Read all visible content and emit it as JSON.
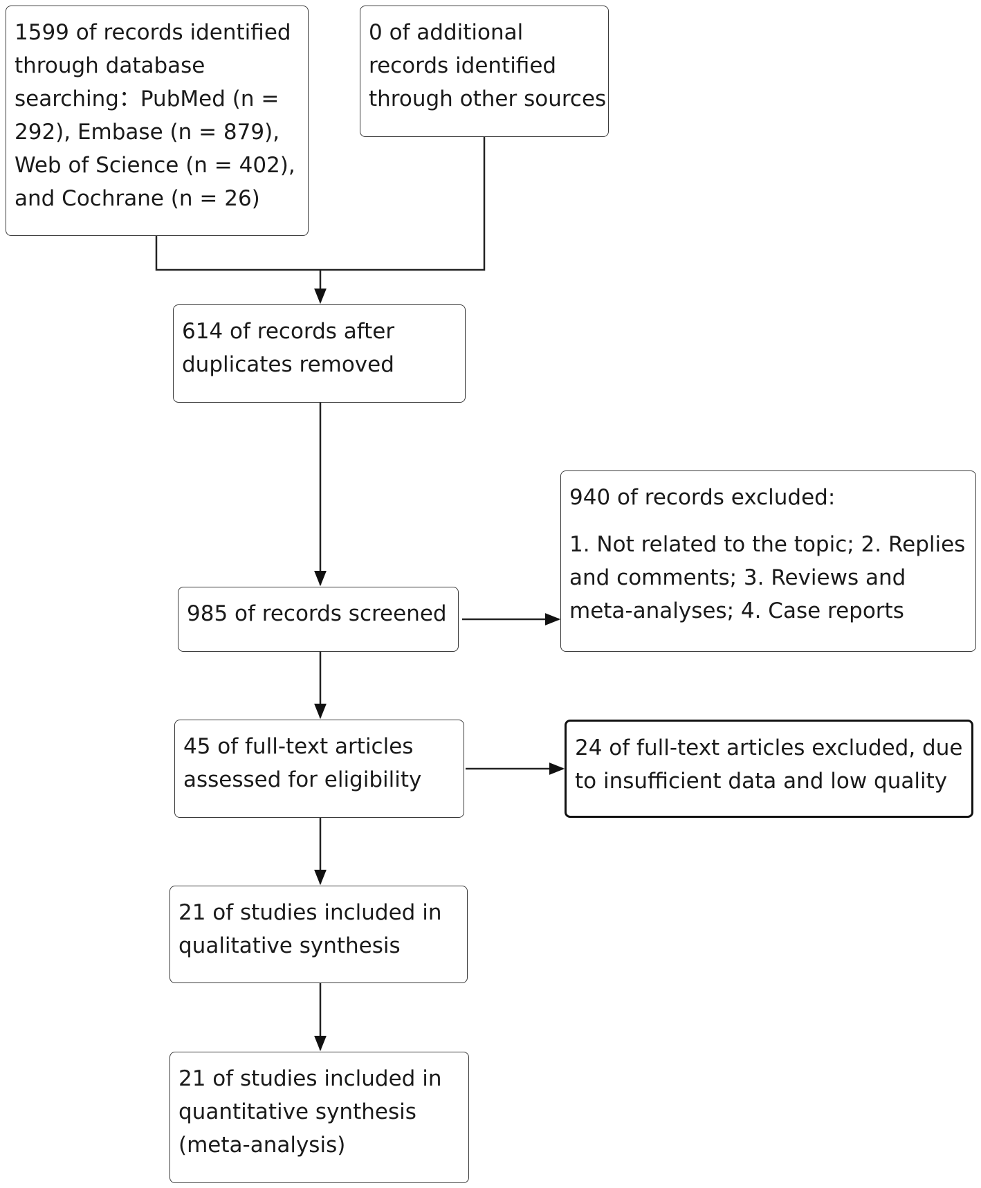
{
  "flowchart": {
    "identification": {
      "database_search": {
        "lines": [
          "1599 of records identified",
          "through database",
          "searching：PubMed (n =",
          "292), Embase (n = 879),",
          "Web of Science (n = 402),",
          "and Cochrane (n = 26)"
        ]
      },
      "other_sources": {
        "lines": [
          "0 of additional",
          "records identified",
          "through other sources"
        ]
      }
    },
    "after_duplicates": {
      "lines": [
        "614 of records after",
        "duplicates removed"
      ]
    },
    "screened": {
      "lines": [
        "985 of records screened"
      ]
    },
    "screen_excluded": {
      "heading": "940 of records excluded:",
      "lines": [
        "1. Not related to the topic; 2. Replies",
        "and comments; 3. Reviews and",
        "meta-analyses; 4. Case reports"
      ]
    },
    "eligibility": {
      "lines": [
        "45 of full-text articles",
        "assessed for eligibility"
      ]
    },
    "fulltext_excluded": {
      "lines": [
        "24 of full-text articles excluded, due",
        "to insufficient data and low quality"
      ]
    },
    "qualitative": {
      "lines": [
        "21 of studies included in",
        "qualitative synthesis"
      ]
    },
    "quantitative": {
      "lines": [
        "21 of studies included in",
        "quantitative synthesis",
        "(meta-analysis)"
      ]
    }
  },
  "colors": {
    "border": "#3a3a3a",
    "text": "#1a1a1a",
    "background": "#ffffff"
  }
}
